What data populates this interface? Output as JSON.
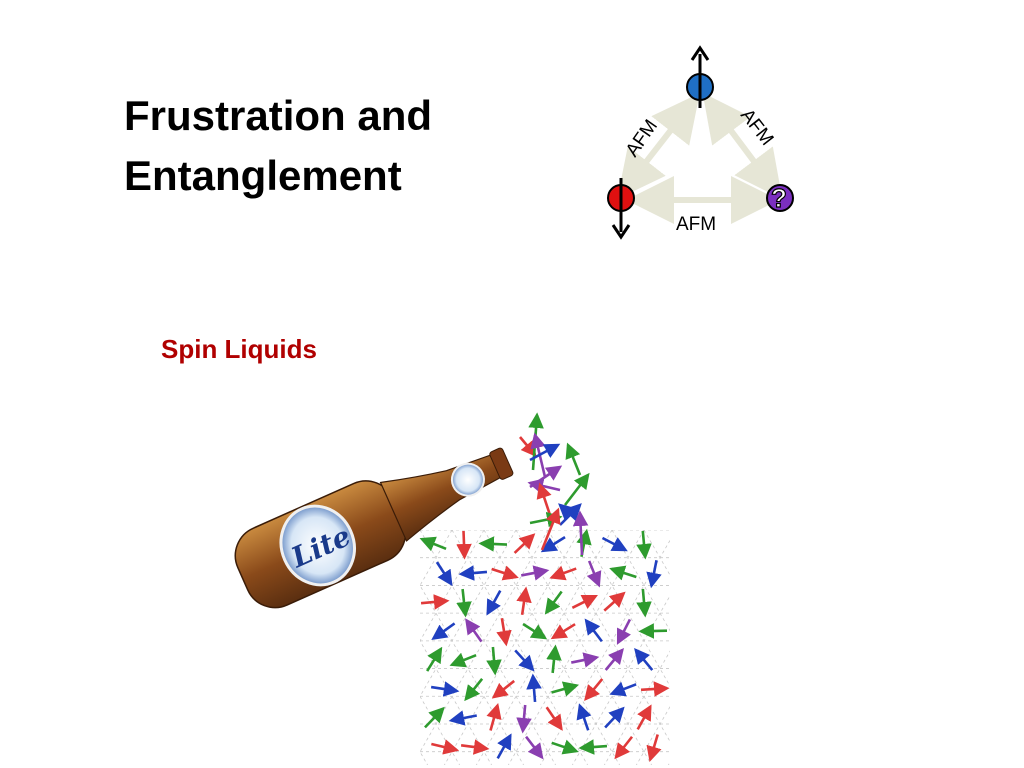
{
  "slide": {
    "title_line1": "Frustration and",
    "title_line2": "Entanglement",
    "subtitle": "Spin Liquids"
  },
  "triangle": {
    "edge_left_label": "AFM",
    "edge_right_label": "AFM",
    "edge_bottom_label": "AFM",
    "top_site_color": "#1f6fc4",
    "left_site_color": "#e01010",
    "right_site_color": "#7b2fc0",
    "edge_color": "#eeeee0",
    "right_site_symbol": "?"
  },
  "illustration": {
    "bottle_label_text": "Lite",
    "arrow_colors": [
      "#e03a3a",
      "#2e9b2e",
      "#2040c0",
      "#8a3fb0"
    ]
  }
}
